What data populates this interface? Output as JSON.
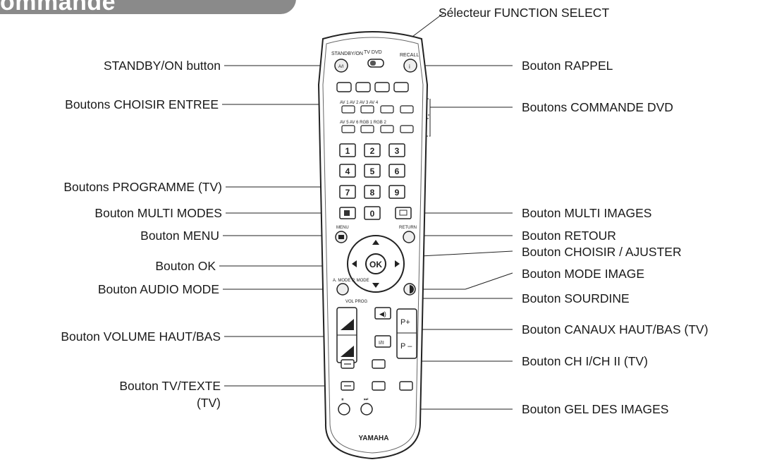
{
  "header": {
    "title": "ommande"
  },
  "labels": {
    "function_select": "Sélecteur FUNCTION SELECT",
    "standby_on": "STANDBY/ON button",
    "choisir_entree": "Boutons CHOISIR ENTREE",
    "programme_tv": "Boutons PROGRAMME (TV)",
    "multi_modes": "Bouton MULTI MODES",
    "menu": "Bouton MENU",
    "ok": "Bouton OK",
    "audio_mode": "Bouton  AUDIO MODE",
    "volume": "Bouton VOLUME HAUT/BAS",
    "tv_texte_1": "Bouton TV/TEXTE",
    "tv_texte_2": "(TV)",
    "rappel": "Bouton RAPPEL",
    "commande_dvd": "Boutons COMMANDE DVD",
    "multi_images": "Bouton MULTI IMAGES",
    "retour": "Bouton RETOUR",
    "choisir_ajuster": "Bouton CHOISIR / AJUSTER",
    "mode_image": "Bouton MODE IMAGE",
    "sourdine": "Bouton SOURDINE",
    "canaux": "Bouton CANAUX HAUT/BAS (TV)",
    "ch_i_ii": "Bouton CH I/CH II (TV)",
    "gel_images": "Bouton GEL DES IMAGES"
  },
  "remote": {
    "standby_label": "STANDBY/ON",
    "tv_dvd_label": "TV  DVD",
    "recall_label": "RECALL",
    "input_row1_label": "AV 1  AV 2  AV 3  AV 4",
    "input_row2_label": "AV 5    AV 6  RGB 1  RGB 2",
    "digits": [
      "1",
      "2",
      "3",
      "4",
      "5",
      "6",
      "7",
      "8",
      "9",
      "0"
    ],
    "menu_label": "MENU",
    "return_label": "RETURN",
    "ok_label": "OK",
    "audio_mode_label": "A. MODE  P. MODE",
    "vol_prog_label": "VOL  PROG",
    "vol_plus": "+",
    "vol_minus": "−",
    "prog_plus": "P+",
    "prog_minus": "P –",
    "ch_label": "I/II",
    "brand": "YAMAHA"
  }
}
